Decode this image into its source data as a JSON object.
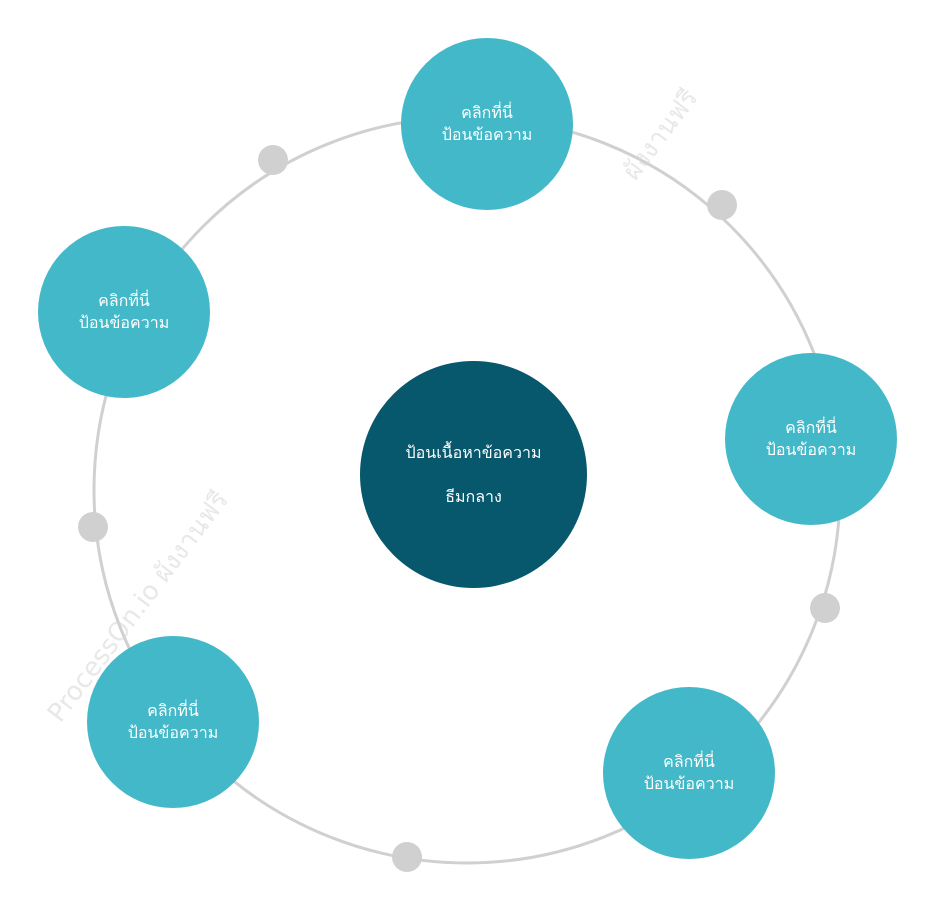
{
  "colors": {
    "ring": "#d0d0d0",
    "outer_node": "#42b8c8",
    "center_node": "#07586c",
    "connector_dot": "#d0d0d0"
  },
  "watermark": {
    "text_left": "ProcessOn.io ผังงานฟรี",
    "text_right": "ผังงานฟรี"
  },
  "center": {
    "line1": "ป้อนเนื้อหาข้อความ",
    "line2": "ธีมกลาง"
  },
  "nodes": [
    {
      "line1": "คลิกที่นี่",
      "line2": "ป้อนข้อความ"
    },
    {
      "line1": "คลิกที่นี่",
      "line2": "ป้อนข้อความ"
    },
    {
      "line1": "คลิกที่นี่",
      "line2": "ป้อนข้อความ"
    },
    {
      "line1": "คลิกที่นี่",
      "line2": "ป้อนข้อความ"
    },
    {
      "line1": "คลิกที่นี่",
      "line2": "ป้อนข้อความ"
    }
  ]
}
